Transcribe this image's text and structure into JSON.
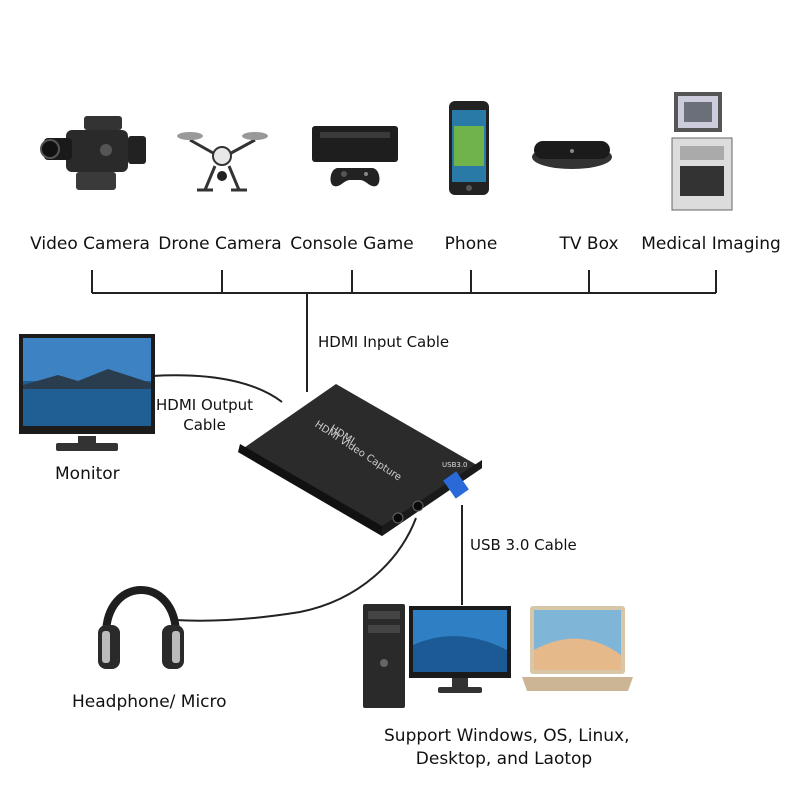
{
  "sources": [
    {
      "label": "Video Camera",
      "icon": "video-camera-icon"
    },
    {
      "label": "Drone Camera",
      "icon": "drone-icon"
    },
    {
      "label": "Console Game",
      "icon": "game-console-icon"
    },
    {
      "label": "Phone",
      "icon": "phone-icon"
    },
    {
      "label": "TV Box",
      "icon": "tv-box-icon"
    },
    {
      "label": "Medical Imaging",
      "icon": "medical-imaging-icon"
    }
  ],
  "cables": {
    "hdmi_input": "HDMI Input Cable",
    "hdmi_output_line1": "HDMI Output",
    "hdmi_output_line2": "Cable",
    "usb": "USB 3.0 Cable"
  },
  "device": {
    "text_line1": "HDMI Video Capture",
    "text_line2": "HDMI",
    "port_label": "USB3.0"
  },
  "outputs": {
    "monitor": "Monitor",
    "headphone": "Headphone/ Micro",
    "support_line1": "Support Windows, OS, Linux,",
    "support_line2": "Desktop, and Laotop"
  },
  "colors": {
    "line": "#222222",
    "device_body": "#2b2b2b",
    "screen_blue": "#2f7fc4"
  }
}
